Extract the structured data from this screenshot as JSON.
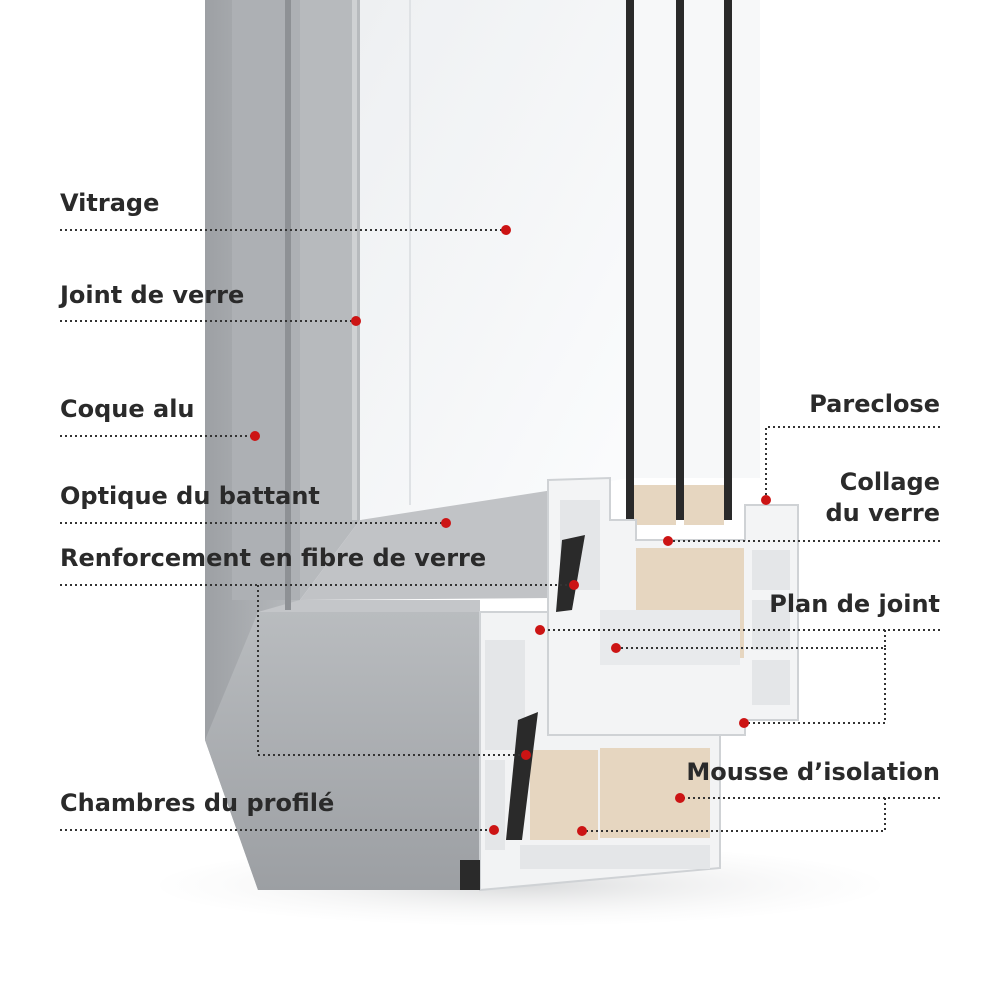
{
  "labels": {
    "vitrage": "Vitrage",
    "joint_de_verre": "Joint de verre",
    "coque_alu": "Coque alu",
    "optique_du_battant": "Optique du battant",
    "renforcement": "Renforcement en fibre de verre",
    "chambres": "Chambres du profilé",
    "pareclose": "Pareclose",
    "collage_line1": "Collage",
    "collage_line2": "du verre",
    "plan_de_joint": "Plan de joint",
    "mousse": "Mousse d’isolation"
  },
  "colors": {
    "marker": "#cc1414",
    "label_text": "#2a2a2a",
    "aluminium": "#a6a9ad",
    "pvc": "#f3f4f5",
    "foam": "#e6d6c0",
    "glass": "#f4f6f8",
    "spacer": "#2a2a2a"
  }
}
